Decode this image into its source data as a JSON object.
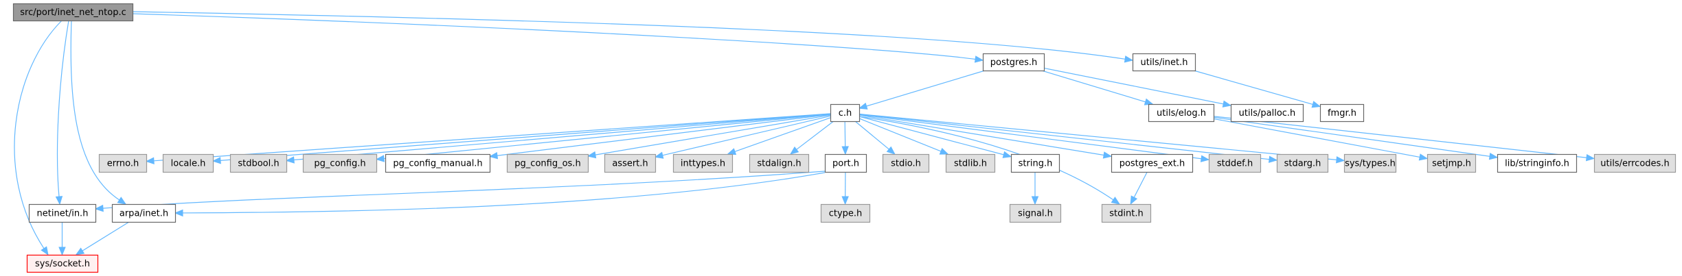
{
  "title": "Include dependency graph for src/port/inet_net_ntop.c",
  "colors": {
    "edge": "#63b8ff",
    "root_fill": "#999999",
    "root_stroke": "#666666",
    "documented_fill": "#ffffff",
    "documented_stroke": "#666666",
    "undocumented_fill": "#e0e0e0",
    "undocumented_stroke": "#999999",
    "truncated_fill": "#fff0f0",
    "truncated_stroke": "#ff0000"
  },
  "nodes": [
    {
      "id": "root",
      "label": "src/port/inet_net_ntop.c",
      "kind": "root"
    },
    {
      "id": "postgres_h",
      "label": "postgres.h",
      "kind": "documented"
    },
    {
      "id": "utils_inet_h",
      "label": "utils/inet.h",
      "kind": "documented"
    },
    {
      "id": "c_h",
      "label": "c.h",
      "kind": "documented"
    },
    {
      "id": "utils_elog_h",
      "label": "utils/elog.h",
      "kind": "documented"
    },
    {
      "id": "utils_palloc_h",
      "label": "utils/palloc.h",
      "kind": "documented"
    },
    {
      "id": "fmgr_h",
      "label": "fmgr.h",
      "kind": "documented"
    },
    {
      "id": "errno_h",
      "label": "errno.h",
      "kind": "undocumented"
    },
    {
      "id": "locale_h",
      "label": "locale.h",
      "kind": "undocumented"
    },
    {
      "id": "stdbool_h",
      "label": "stdbool.h",
      "kind": "undocumented"
    },
    {
      "id": "pg_config_h",
      "label": "pg_config.h",
      "kind": "undocumented"
    },
    {
      "id": "pg_config_manual_h",
      "label": "pg_config_manual.h",
      "kind": "documented"
    },
    {
      "id": "pg_config_os_h",
      "label": "pg_config_os.h",
      "kind": "undocumented"
    },
    {
      "id": "assert_h",
      "label": "assert.h",
      "kind": "undocumented"
    },
    {
      "id": "inttypes_h",
      "label": "inttypes.h",
      "kind": "undocumented"
    },
    {
      "id": "stdalign_h",
      "label": "stdalign.h",
      "kind": "undocumented"
    },
    {
      "id": "port_h",
      "label": "port.h",
      "kind": "documented"
    },
    {
      "id": "stdio_h",
      "label": "stdio.h",
      "kind": "undocumented"
    },
    {
      "id": "stdlib_h",
      "label": "stdlib.h",
      "kind": "undocumented"
    },
    {
      "id": "string_h",
      "label": "string.h",
      "kind": "documented"
    },
    {
      "id": "postgres_ext_h",
      "label": "postgres_ext.h",
      "kind": "documented"
    },
    {
      "id": "stddef_h",
      "label": "stddef.h",
      "kind": "undocumented"
    },
    {
      "id": "stdarg_h",
      "label": "stdarg.h",
      "kind": "undocumented"
    },
    {
      "id": "sys_types_h",
      "label": "sys/types.h",
      "kind": "undocumented"
    },
    {
      "id": "setjmp_h",
      "label": "setjmp.h",
      "kind": "undocumented"
    },
    {
      "id": "lib_stringinfo_h",
      "label": "lib/stringinfo.h",
      "kind": "documented"
    },
    {
      "id": "utils_errcodes_h",
      "label": "utils/errcodes.h",
      "kind": "undocumented"
    },
    {
      "id": "netinet_in_h",
      "label": "netinet/in.h",
      "kind": "documented"
    },
    {
      "id": "arpa_inet_h",
      "label": "arpa/inet.h",
      "kind": "documented"
    },
    {
      "id": "ctype_h",
      "label": "ctype.h",
      "kind": "undocumented"
    },
    {
      "id": "signal_h",
      "label": "signal.h",
      "kind": "undocumented"
    },
    {
      "id": "stdint_h",
      "label": "stdint.h",
      "kind": "undocumented"
    },
    {
      "id": "sys_socket_h",
      "label": "sys/socket.h",
      "kind": "truncated"
    }
  ],
  "edges": [
    [
      "root",
      "postgres_h"
    ],
    [
      "root",
      "utils_inet_h"
    ],
    [
      "root",
      "netinet_in_h"
    ],
    [
      "root",
      "arpa_inet_h"
    ],
    [
      "root",
      "sys_socket_h"
    ],
    [
      "postgres_h",
      "c_h"
    ],
    [
      "postgres_h",
      "utils_elog_h"
    ],
    [
      "postgres_h",
      "utils_palloc_h"
    ],
    [
      "utils_inet_h",
      "fmgr_h"
    ],
    [
      "c_h",
      "errno_h"
    ],
    [
      "c_h",
      "locale_h"
    ],
    [
      "c_h",
      "stdbool_h"
    ],
    [
      "c_h",
      "pg_config_h"
    ],
    [
      "c_h",
      "pg_config_manual_h"
    ],
    [
      "c_h",
      "pg_config_os_h"
    ],
    [
      "c_h",
      "assert_h"
    ],
    [
      "c_h",
      "inttypes_h"
    ],
    [
      "c_h",
      "stdalign_h"
    ],
    [
      "c_h",
      "port_h"
    ],
    [
      "c_h",
      "stdio_h"
    ],
    [
      "c_h",
      "stdlib_h"
    ],
    [
      "c_h",
      "string_h"
    ],
    [
      "c_h",
      "postgres_ext_h"
    ],
    [
      "c_h",
      "stddef_h"
    ],
    [
      "c_h",
      "stdarg_h"
    ],
    [
      "c_h",
      "sys_types_h"
    ],
    [
      "c_h",
      "stdint_h"
    ],
    [
      "utils_elog_h",
      "setjmp_h"
    ],
    [
      "utils_elog_h",
      "lib_stringinfo_h"
    ],
    [
      "utils_elog_h",
      "utils_errcodes_h"
    ],
    [
      "port_h",
      "netinet_in_h"
    ],
    [
      "port_h",
      "arpa_inet_h"
    ],
    [
      "port_h",
      "ctype_h"
    ],
    [
      "string_h",
      "signal_h"
    ],
    [
      "postgres_ext_h",
      "stdint_h"
    ],
    [
      "netinet_in_h",
      "sys_socket_h"
    ],
    [
      "arpa_inet_h",
      "sys_socket_h"
    ]
  ]
}
